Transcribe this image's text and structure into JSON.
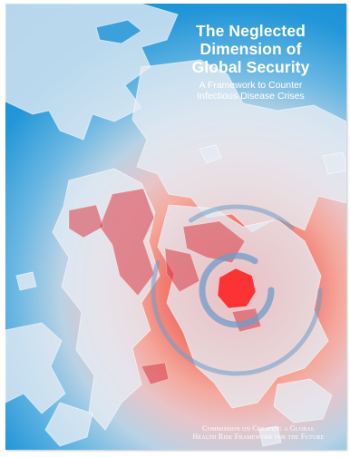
{
  "cover": {
    "title_lines": [
      "The Neglected",
      "Dimension of",
      "Global Security"
    ],
    "subtitle_lines": [
      "A Framework to Counter",
      "Infectious Disease Crises"
    ],
    "commission_lines": [
      "Commission on Creating a Global",
      "Health Risk Framework for the Future"
    ]
  },
  "colors": {
    "background_blue": "#0f88d3",
    "hotspot_red": "#ff1f1f",
    "land_light": "#dfe8f2",
    "ring_blue": "#6f9cc8",
    "text": "#ffffff"
  },
  "icons": {
    "artwork": "world-map-hotspot"
  }
}
